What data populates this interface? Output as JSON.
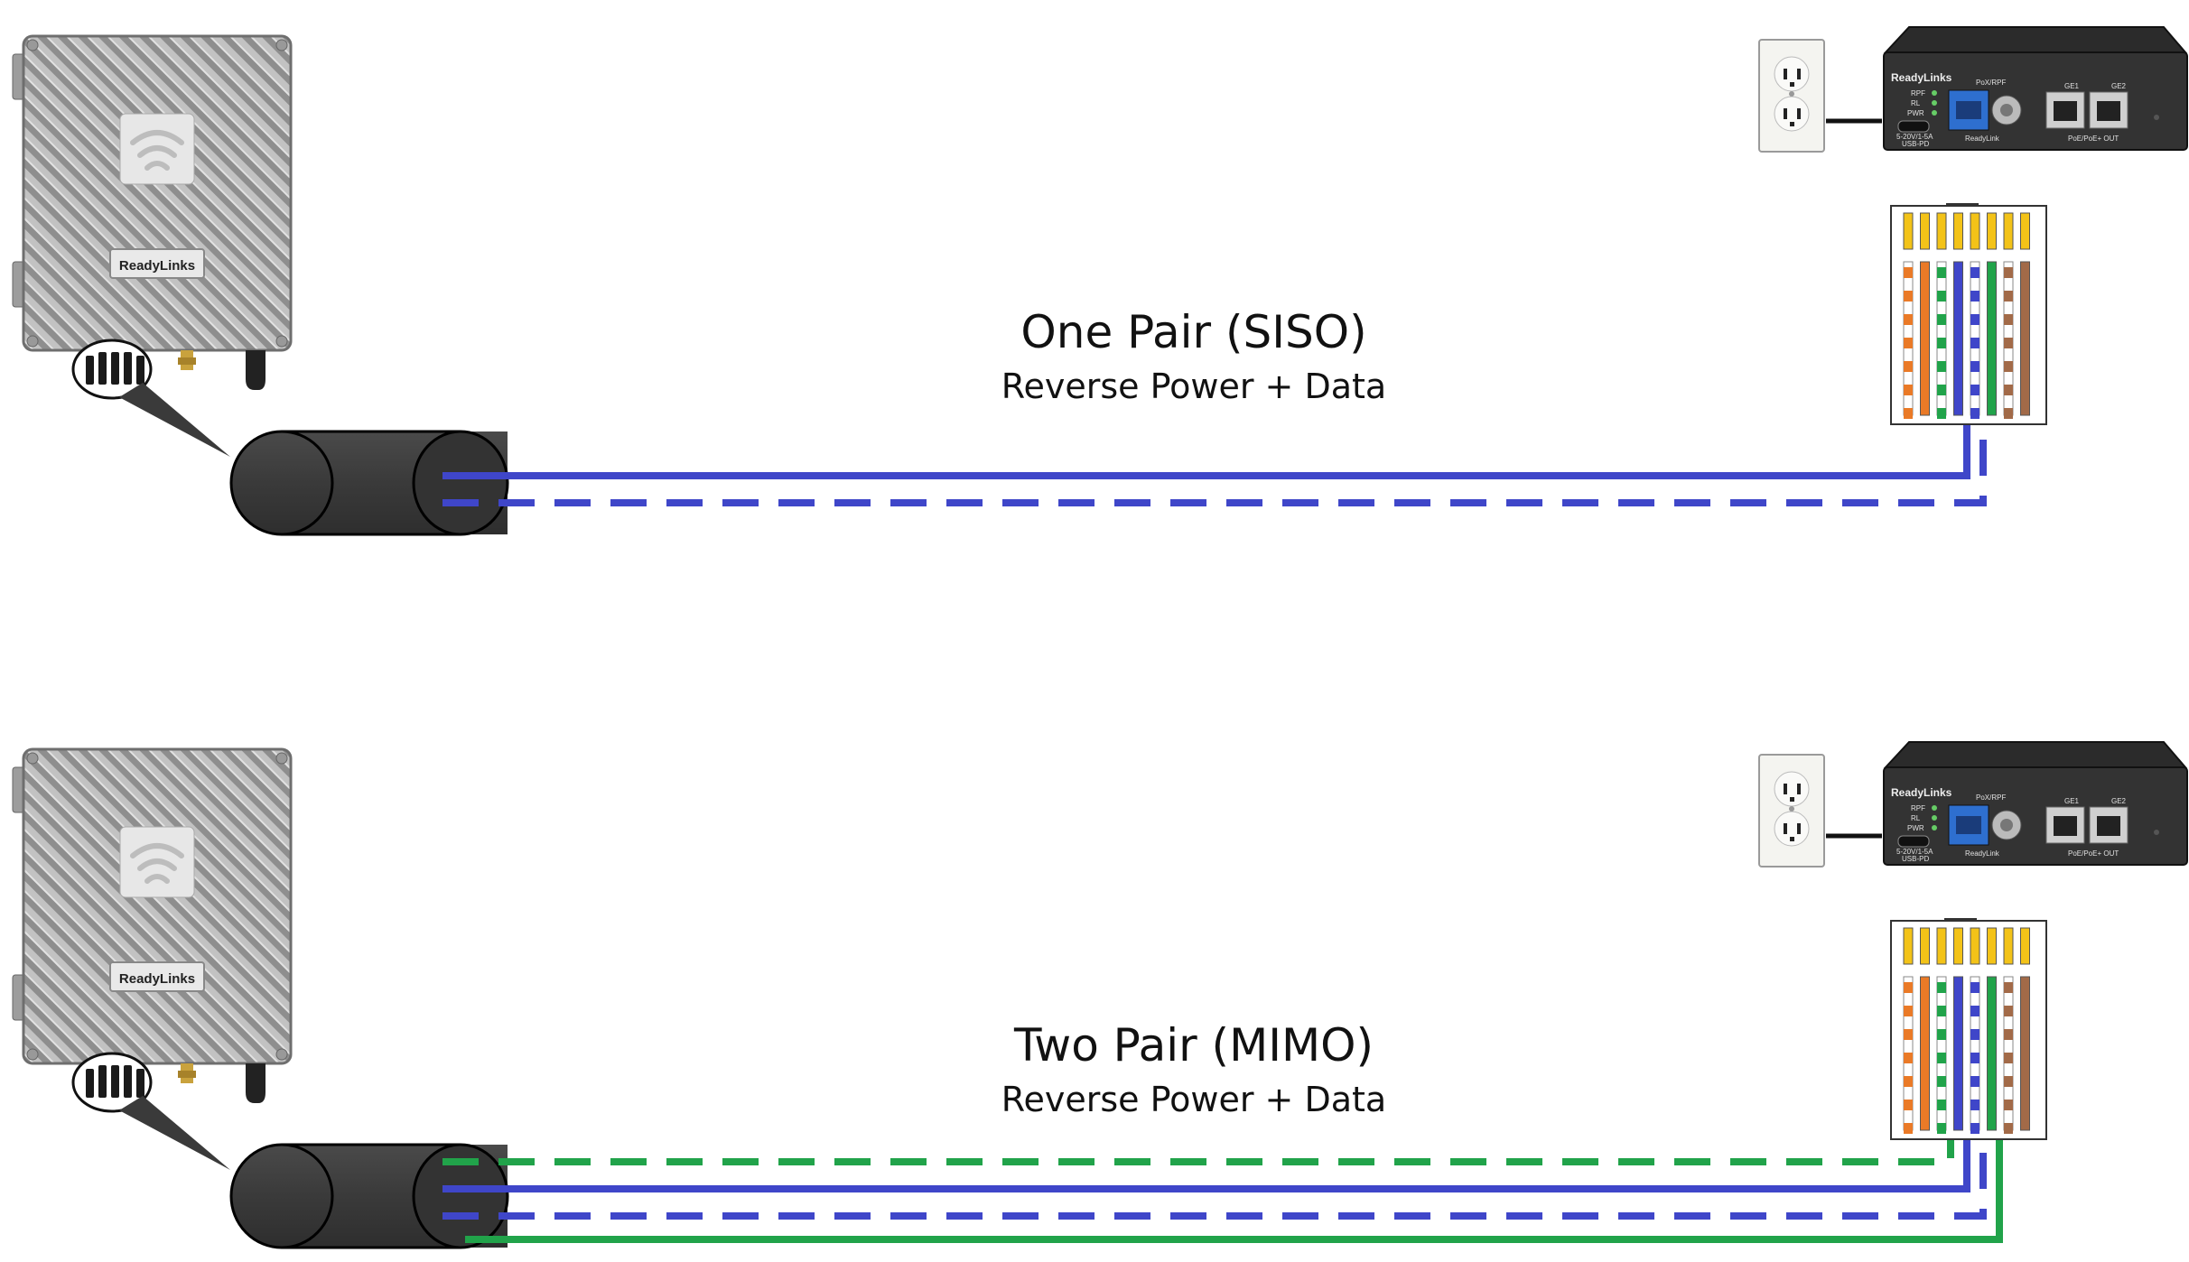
{
  "sections": [
    {
      "title": "One Pair (SISO)",
      "subtitle": "Reverse Power + Data",
      "ap_brand": "ReadyLinks",
      "hub_brand": "ReadyLinks",
      "pairs": [
        {
          "color": "#3f46c9",
          "style": "solid"
        },
        {
          "color": "#3f46c9",
          "style": "dashed"
        }
      ]
    },
    {
      "title": "Two Pair (MIMO)",
      "subtitle": "Reverse Power + Data",
      "ap_brand": "ReadyLinks",
      "hub_brand": "ReadyLinks",
      "pairs": [
        {
          "color": "#21a34a",
          "style": "dashed"
        },
        {
          "color": "#3f46c9",
          "style": "solid"
        },
        {
          "color": "#3f46c9",
          "style": "dashed"
        },
        {
          "color": "#21a34a",
          "style": "solid"
        }
      ]
    }
  ],
  "hub_labels": {
    "leds": [
      "RPF",
      "RL",
      "PWR"
    ],
    "power_port": "5-20V/1-5A",
    "usb": "USB-PD",
    "poe": "PoX/RPF",
    "readylink": "ReadyLink",
    "ge1": "GE1",
    "ge2": "GE2",
    "out": "PoE/PoE+ OUT"
  },
  "colors": {
    "blue": "#3f46c9",
    "green": "#21a34a",
    "orange": "#ea7a27",
    "brown": "#a26a48",
    "yellow": "#f3c318",
    "cable": "#3a3a3a",
    "enclosure": "#b5b5b5"
  }
}
